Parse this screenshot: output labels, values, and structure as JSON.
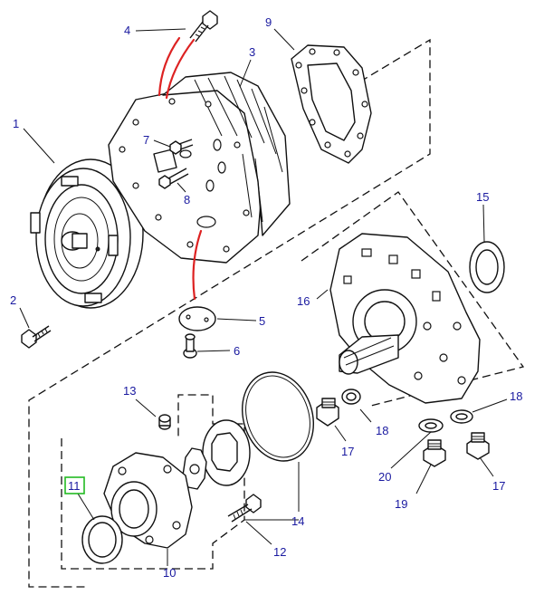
{
  "colors": {
    "callout_text": "#1a1aa0",
    "line_art": "#111111",
    "highlight_box": "#22bb22",
    "routing_marker": "#dd2222",
    "background": "#ffffff"
  },
  "callouts": [
    {
      "id": "c1",
      "label": "1"
    },
    {
      "id": "c2",
      "label": "2"
    },
    {
      "id": "c3",
      "label": "3"
    },
    {
      "id": "c4",
      "label": "4"
    },
    {
      "id": "c5",
      "label": "5"
    },
    {
      "id": "c6",
      "label": "6"
    },
    {
      "id": "c7",
      "label": "7"
    },
    {
      "id": "c8",
      "label": "8"
    },
    {
      "id": "c9",
      "label": "9"
    },
    {
      "id": "c10",
      "label": "10"
    },
    {
      "id": "c11",
      "label": "11",
      "highlighted": true
    },
    {
      "id": "c12",
      "label": "12"
    },
    {
      "id": "c13",
      "label": "13"
    },
    {
      "id": "c14",
      "label": "14"
    },
    {
      "id": "c15",
      "label": "15"
    },
    {
      "id": "c16",
      "label": "16"
    },
    {
      "id": "c17a",
      "label": "17"
    },
    {
      "id": "c17b",
      "label": "17"
    },
    {
      "id": "c18a",
      "label": "18"
    },
    {
      "id": "c18b",
      "label": "18"
    },
    {
      "id": "c19",
      "label": "19"
    },
    {
      "id": "c20",
      "label": "20"
    }
  ]
}
